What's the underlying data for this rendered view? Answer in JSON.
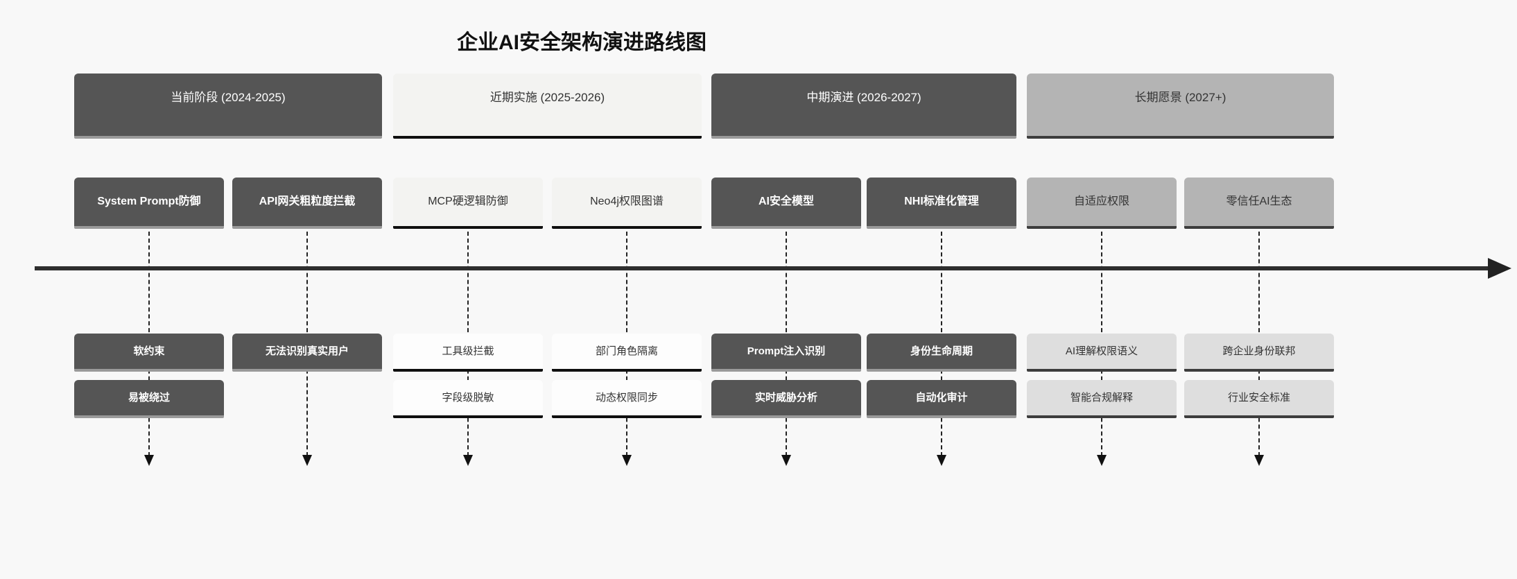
{
  "title": "企业AI安全架构演进路线图",
  "phases": [
    {
      "label": "当前阶段 (2024-2025)",
      "theme": "dark"
    },
    {
      "label": "近期实施 (2025-2026)",
      "theme": "light"
    },
    {
      "label": "中期演进 (2026-2027)",
      "theme": "dark"
    },
    {
      "label": "长期愿景 (2027+)",
      "theme": "gray"
    }
  ],
  "columns": [
    {
      "milestone": "System Prompt防御",
      "theme": "dark",
      "details": [
        "软约束",
        "易被绕过"
      ]
    },
    {
      "milestone": "API网关粗粒度拦截",
      "theme": "dark",
      "details": [
        "无法识别真实用户"
      ]
    },
    {
      "milestone": "MCP硬逻辑防御",
      "theme": "light",
      "details": [
        "工具级拦截",
        "字段级脱敏"
      ]
    },
    {
      "milestone": "Neo4j权限图谱",
      "theme": "light",
      "details": [
        "部门角色隔离",
        "动态权限同步"
      ]
    },
    {
      "milestone": "AI安全模型",
      "theme": "dark",
      "details": [
        "Prompt注入识别",
        "实时威胁分析"
      ]
    },
    {
      "milestone": "NHI标准化管理",
      "theme": "dark",
      "details": [
        "身份生命周期",
        "自动化审计"
      ]
    },
    {
      "milestone": "自适应权限",
      "theme": "gray",
      "details": [
        "AI理解权限语义",
        "智能合规解释"
      ]
    },
    {
      "milestone": "零信任AI生态",
      "theme": "gray",
      "details": [
        "跨企业身份联邦",
        "行业安全标准"
      ]
    }
  ],
  "colors": {
    "background": "#f8f8f8",
    "dark_box": "#555555",
    "dark_box_text": "#ffffff",
    "light_box": "#f3f3f1",
    "gray_box": "#b4b4b4",
    "white_box": "#fdfdfd",
    "light_gray_box": "#dedede",
    "box_text_dark": "#333333",
    "timeline_axis": "#2e2e2e",
    "light_border": "#0f0f0f",
    "gray_border": "#3d3d3d",
    "dark_border": "#9a9a9a"
  }
}
